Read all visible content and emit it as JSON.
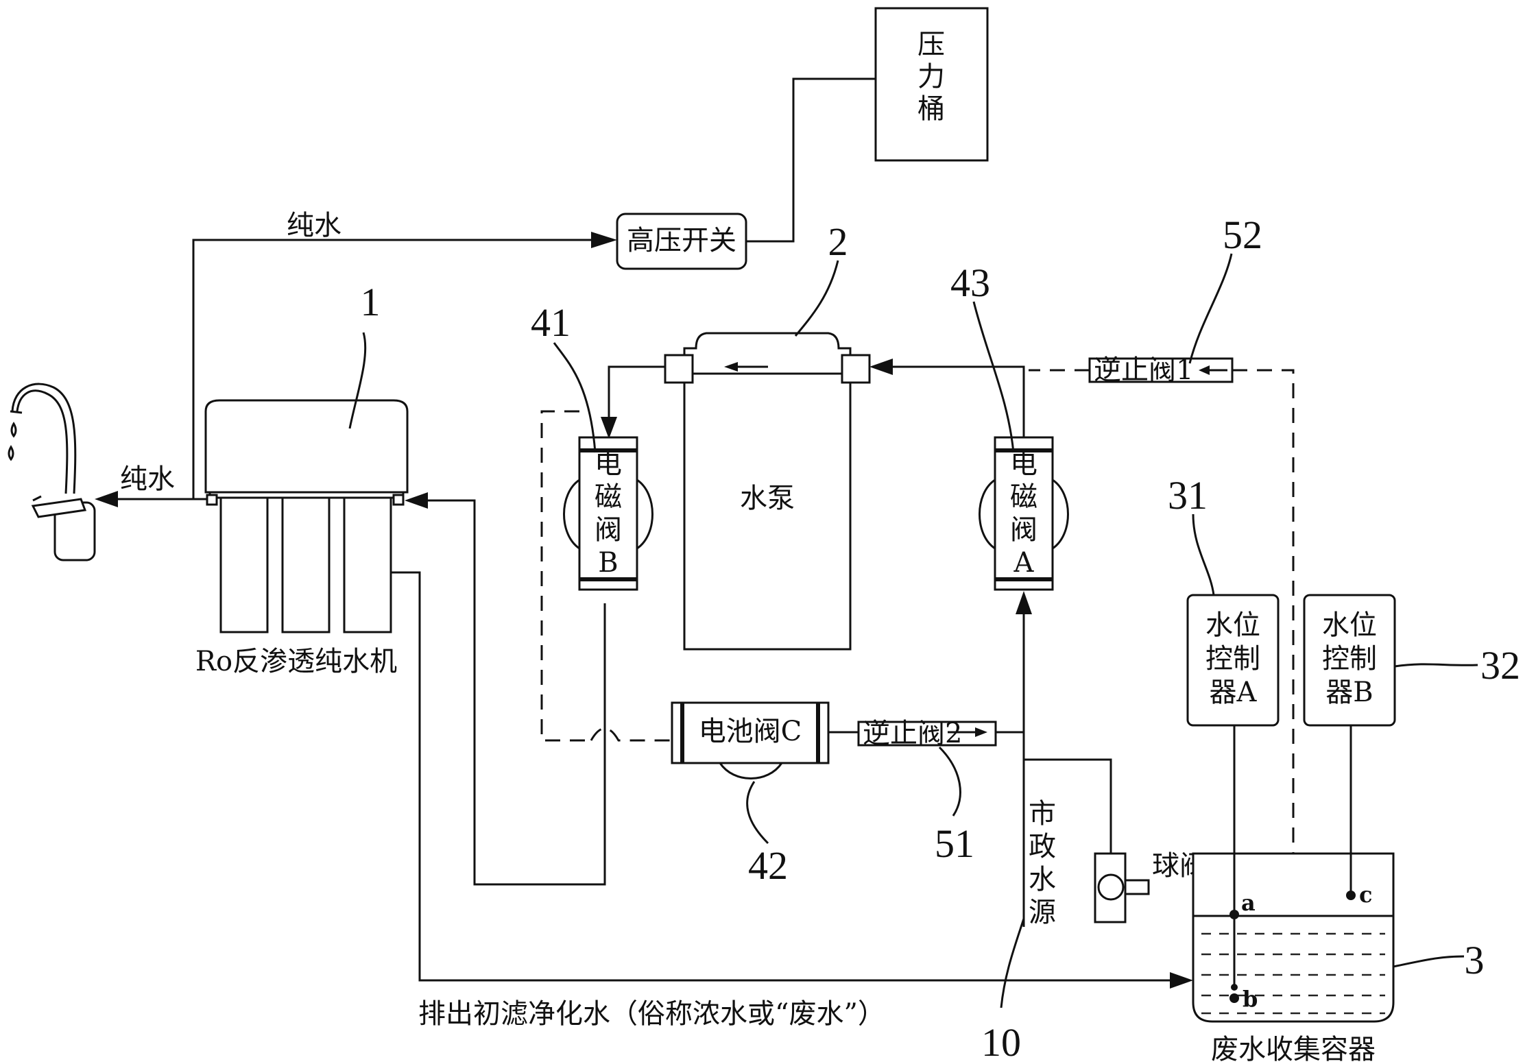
{
  "labels": {
    "pressure_tank": [
      "压",
      "力",
      "桶"
    ],
    "high_pressure_switch": "高压开关",
    "pure_water_top": "纯水",
    "pure_water_left": "纯水",
    "ro_machine": "Ro反渗透纯水机",
    "pump": "水泵",
    "valve_b": [
      "电",
      "磁",
      "阀",
      "B"
    ],
    "valve_a": [
      "电",
      "磁",
      "阀",
      "A"
    ],
    "valve_c": "电池阀C",
    "check_valve_1": "逆止阀1",
    "check_valve_2": "逆止阀2",
    "municipal_water": [
      "市",
      "政",
      "水",
      "源"
    ],
    "ball_valve": "球阀",
    "level_ctrl_a": [
      "水位",
      "控制",
      "器A"
    ],
    "level_ctrl_b": [
      "水位",
      "控制",
      "器B"
    ],
    "waste_container": "废水收集容器",
    "drain_note": "排出初滤净化水（俗称浓水或“废水”）",
    "point_a": "a",
    "point_b": "b",
    "point_c": "c"
  },
  "ref_numbers": {
    "n1": "1",
    "n2": "2",
    "n3": "3",
    "n10": "10",
    "n31": "31",
    "n32": "32",
    "n41": "41",
    "n42": "42",
    "n43": "43",
    "n51": "51",
    "n52": "52"
  }
}
